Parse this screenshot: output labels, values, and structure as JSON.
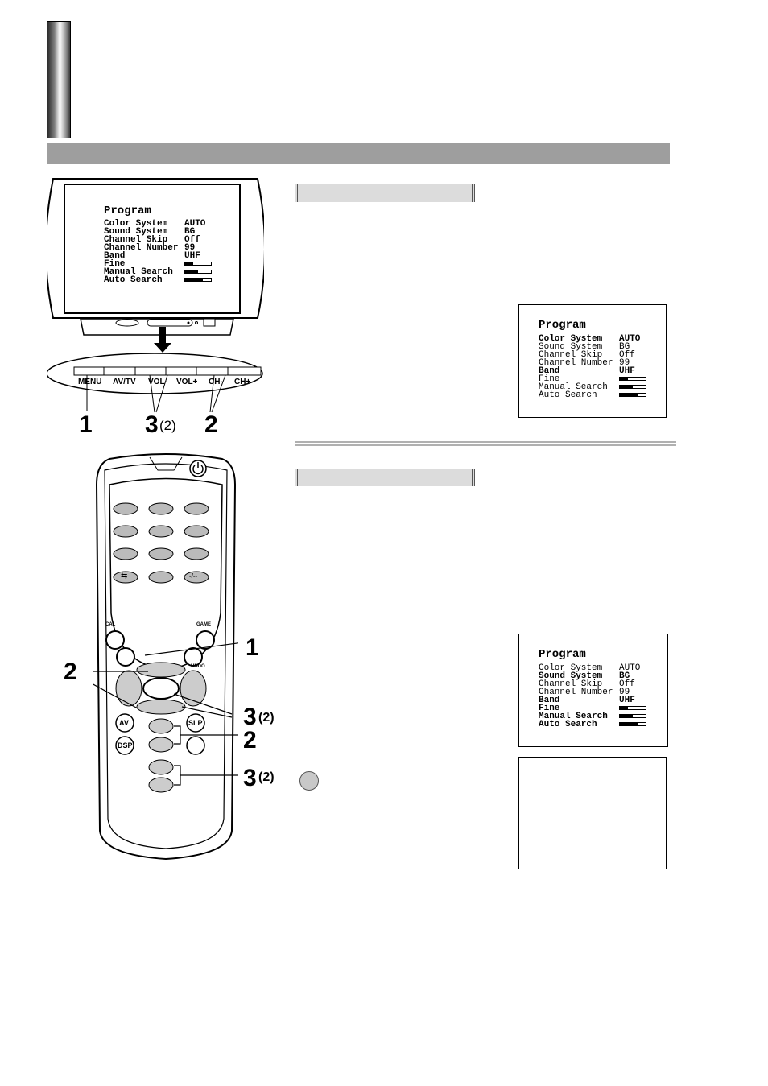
{
  "tv": {
    "osd": {
      "title": "Program",
      "rows": [
        {
          "label": "Color System",
          "value": "AUTO"
        },
        {
          "label": "Sound System",
          "value": "BG"
        },
        {
          "label": "Channel Skip",
          "value": "Off"
        },
        {
          "label": "Channel Number",
          "value": "99"
        },
        {
          "label": "Band",
          "value": "UHF"
        },
        {
          "label": "Fine",
          "level": 0.3
        },
        {
          "label": "Manual Search",
          "level": 0.5
        },
        {
          "label": "Auto Search",
          "level": 0.7
        }
      ]
    },
    "panel_buttons": [
      "MENU",
      "AV/TV",
      "VOL-",
      "VOL+",
      "CH-",
      "CH+"
    ],
    "callouts": {
      "c1": "1",
      "c3": "3",
      "c3_sub": "(2)",
      "c2": "2"
    }
  },
  "section1": {
    "osd": {
      "title": "Program",
      "rows": [
        {
          "label": "Color System",
          "value": "AUTO"
        },
        {
          "label": "Sound System",
          "value": "BG"
        },
        {
          "label": "Channel Skip",
          "value": "Off"
        },
        {
          "label": "Channel Number",
          "value": "99"
        },
        {
          "label": "Band",
          "value": "UHF"
        },
        {
          "label": "Fine",
          "level": 0.3
        },
        {
          "label": "Manual Search",
          "level": 0.5
        },
        {
          "label": "Auto Search",
          "level": 0.7
        }
      ]
    }
  },
  "section2": {
    "osd": {
      "title": "Program",
      "rows": [
        {
          "label": "Color System",
          "value": "AUTO"
        },
        {
          "label": "Sound System",
          "value": "BG"
        },
        {
          "label": "Channel Skip",
          "value": "Off"
        },
        {
          "label": "Channel Number",
          "value": "99"
        },
        {
          "label": "Band",
          "value": "UHF"
        },
        {
          "label": "Fine",
          "level": 0.3
        },
        {
          "label": "Manual Search",
          "level": 0.5
        },
        {
          "label": "Auto Search",
          "level": 0.7
        }
      ]
    }
  },
  "remote": {
    "labels": {
      "cal": "CAL",
      "game": "GAME",
      "undo": "UNDO",
      "av": "AV",
      "slp": "SLP",
      "dsp": "DSP",
      "swap": "⇆",
      "dash": "-/--"
    },
    "callouts": {
      "c1": "1",
      "c2a": "2",
      "c3a": "3",
      "c3a_sub": "(2)",
      "c2b": "2",
      "c3b": "3",
      "c3b_sub": "(2)"
    }
  }
}
